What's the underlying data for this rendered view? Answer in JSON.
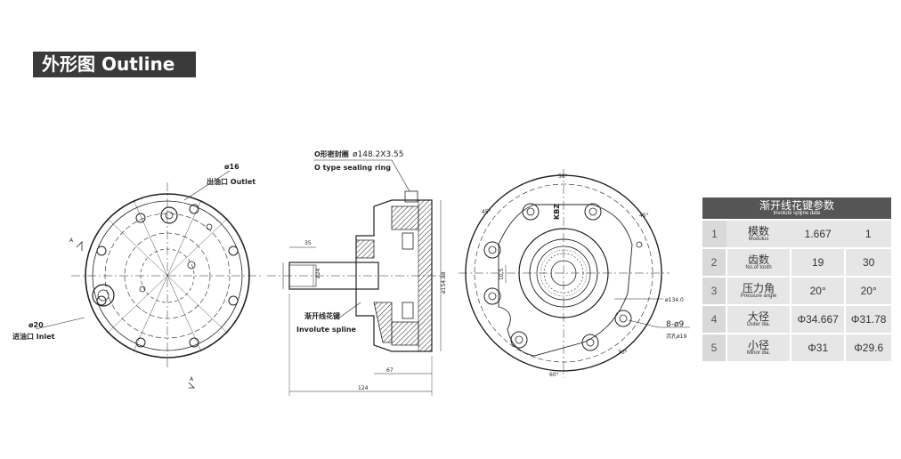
{
  "header": {
    "title": "外形图 Outline"
  },
  "drawing": {
    "left_view": {
      "outlet_diameter": "ø16",
      "outlet_label": "出油口 Outlet",
      "inlet_diameter": "ø20",
      "inlet_label": "进油口 Inlet",
      "section_a_top": "A",
      "section_a_bottom": "A"
    },
    "center_view": {
      "seal_cn": "O形密封圈",
      "seal_spec": "ø148.2X3.55",
      "seal_en": "O type sealing ring",
      "dim_35": "35",
      "dim_67": "67",
      "dim_124": "124",
      "dim_24": "ø24",
      "dim_154": "ø154.88",
      "spline_cn": "渐开线花键",
      "spline_en": "Involute spline"
    },
    "right_view": {
      "angle_top": "50°",
      "angle_bottom": "60°",
      "angle_left": "45°",
      "angle_right": "45°",
      "dim_134": "ø134.0",
      "holes": "8-ø9",
      "counterbore": "沉孔ø19",
      "angle_30": "30°",
      "dim_10": "10.5",
      "marking": "KBZ"
    }
  },
  "spec_table": {
    "title": "渐开线花键参数",
    "subtitle": "Involute spljine date",
    "rows": [
      {
        "index": "1",
        "name_cn": "模数",
        "name_en": "Modulus",
        "v1": "1.667",
        "v2": "1"
      },
      {
        "index": "2",
        "name_cn": "齿数",
        "name_en": "No.of tooth",
        "v1": "19",
        "v2": "30"
      },
      {
        "index": "3",
        "name_cn": "压力角",
        "name_en": "Pressure angle",
        "v1": "20°",
        "v2": "20°"
      },
      {
        "index": "4",
        "name_cn": "大径",
        "name_en": "Outer dia.",
        "v1": "Φ34.667",
        "v2": "Φ31.78"
      },
      {
        "index": "5",
        "name_cn": "小径",
        "name_en": "Minor dia.",
        "v1": "Φ31",
        "v2": "Φ29.6"
      }
    ]
  }
}
